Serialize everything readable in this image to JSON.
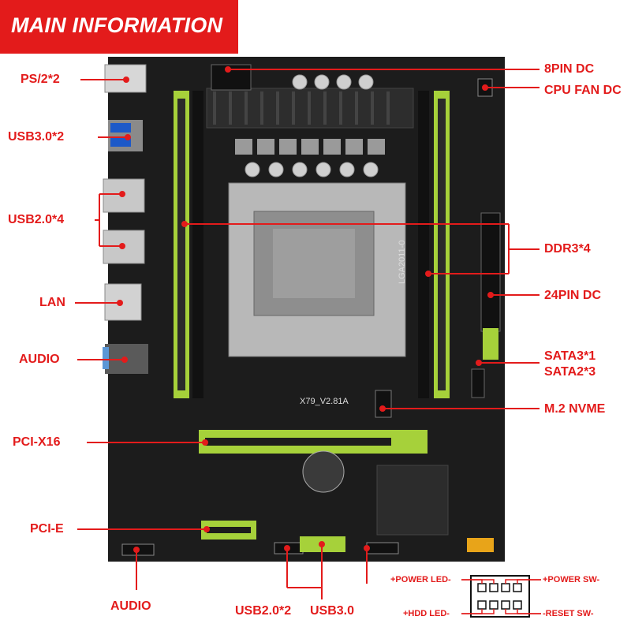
{
  "header": {
    "title": "MAIN INFORMATION"
  },
  "labels_left": {
    "ps2": "PS/2*2",
    "usb30": "USB3.0*2",
    "usb20": "USB2.0*4",
    "lan": "LAN",
    "audio": "AUDIO",
    "pcix16": "PCI-X16",
    "pcie": "PCI-E",
    "audio_bottom": "AUDIO"
  },
  "labels_right": {
    "pin8": "8PIN DC",
    "cpufan": "CPU FAN DC",
    "ddr3": "DDR3*4",
    "pin24": "24PIN DC",
    "sata3": "SATA3*1",
    "sata2": "SATA2*3",
    "m2": "M.2 NVME"
  },
  "labels_bottom": {
    "usb20": "USB2.0*2",
    "usb30": "USB3.0"
  },
  "front_panel": {
    "power_led": "+POWER LED-",
    "power_sw": "+POWER SW-",
    "hdd_led": "+HDD LED-",
    "reset_sw": "-RESET SW-"
  },
  "board_silkscreen": {
    "socket": "LGA2011-0",
    "model": "X79_V2.81A"
  },
  "colors": {
    "accent": "#e31b1b",
    "pcb": "#1c1c1c",
    "slot_green": "#a6d13a",
    "heatsink": "#2a2a2a"
  }
}
